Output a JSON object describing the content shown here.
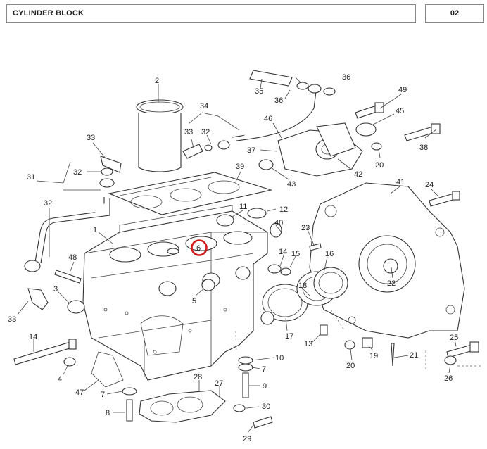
{
  "header": {
    "title": "CYLINDER BLOCK",
    "page": "02"
  },
  "highlight": {
    "callout": "6",
    "color": "#d11a1a"
  },
  "callouts": [
    {
      "id": "c2",
      "text": "2"
    },
    {
      "id": "c36a",
      "text": "36"
    },
    {
      "id": "c35",
      "text": "35"
    },
    {
      "id": "c36b",
      "text": "36"
    },
    {
      "id": "c49",
      "text": "49"
    },
    {
      "id": "c34",
      "text": "34"
    },
    {
      "id": "c45",
      "text": "45"
    },
    {
      "id": "c46",
      "text": "46"
    },
    {
      "id": "c33a",
      "text": "33"
    },
    {
      "id": "c32a",
      "text": "32"
    },
    {
      "id": "c38",
      "text": "38"
    },
    {
      "id": "c33b",
      "text": "33"
    },
    {
      "id": "c37a",
      "text": "37"
    },
    {
      "id": "c20a",
      "text": "20"
    },
    {
      "id": "c32b",
      "text": "32"
    },
    {
      "id": "c39",
      "text": "39"
    },
    {
      "id": "c42",
      "text": "42"
    },
    {
      "id": "c31",
      "text": "31"
    },
    {
      "id": "c43",
      "text": "43"
    },
    {
      "id": "c41",
      "text": "41"
    },
    {
      "id": "c24",
      "text": "24"
    },
    {
      "id": "c32c",
      "text": "32"
    },
    {
      "id": "c11",
      "text": "11"
    },
    {
      "id": "c12",
      "text": "12"
    },
    {
      "id": "c1",
      "text": "1"
    },
    {
      "id": "c40",
      "text": "40"
    },
    {
      "id": "c23",
      "text": "23"
    },
    {
      "id": "c6",
      "text": "6"
    },
    {
      "id": "c48",
      "text": "48"
    },
    {
      "id": "c14a",
      "text": "14"
    },
    {
      "id": "c15",
      "text": "15"
    },
    {
      "id": "c16",
      "text": "16"
    },
    {
      "id": "c3",
      "text": "3"
    },
    {
      "id": "c5",
      "text": "5"
    },
    {
      "id": "c18",
      "text": "18"
    },
    {
      "id": "c22",
      "text": "22"
    },
    {
      "id": "c33c",
      "text": "33"
    },
    {
      "id": "c17",
      "text": "17"
    },
    {
      "id": "c13",
      "text": "13"
    },
    {
      "id": "c14b",
      "text": "14"
    },
    {
      "id": "c25",
      "text": "25"
    },
    {
      "id": "c19",
      "text": "19"
    },
    {
      "id": "c20b",
      "text": "20"
    },
    {
      "id": "c21",
      "text": "21"
    },
    {
      "id": "c26",
      "text": "26"
    },
    {
      "id": "c10",
      "text": "10"
    },
    {
      "id": "c4",
      "text": "4"
    },
    {
      "id": "c7a",
      "text": "7"
    },
    {
      "id": "c28",
      "text": "28"
    },
    {
      "id": "c27",
      "text": "27"
    },
    {
      "id": "c9",
      "text": "9"
    },
    {
      "id": "c47",
      "text": "47"
    },
    {
      "id": "c7b",
      "text": "7"
    },
    {
      "id": "c30",
      "text": "30"
    },
    {
      "id": "c8",
      "text": "8"
    },
    {
      "id": "c29",
      "text": "29"
    }
  ]
}
